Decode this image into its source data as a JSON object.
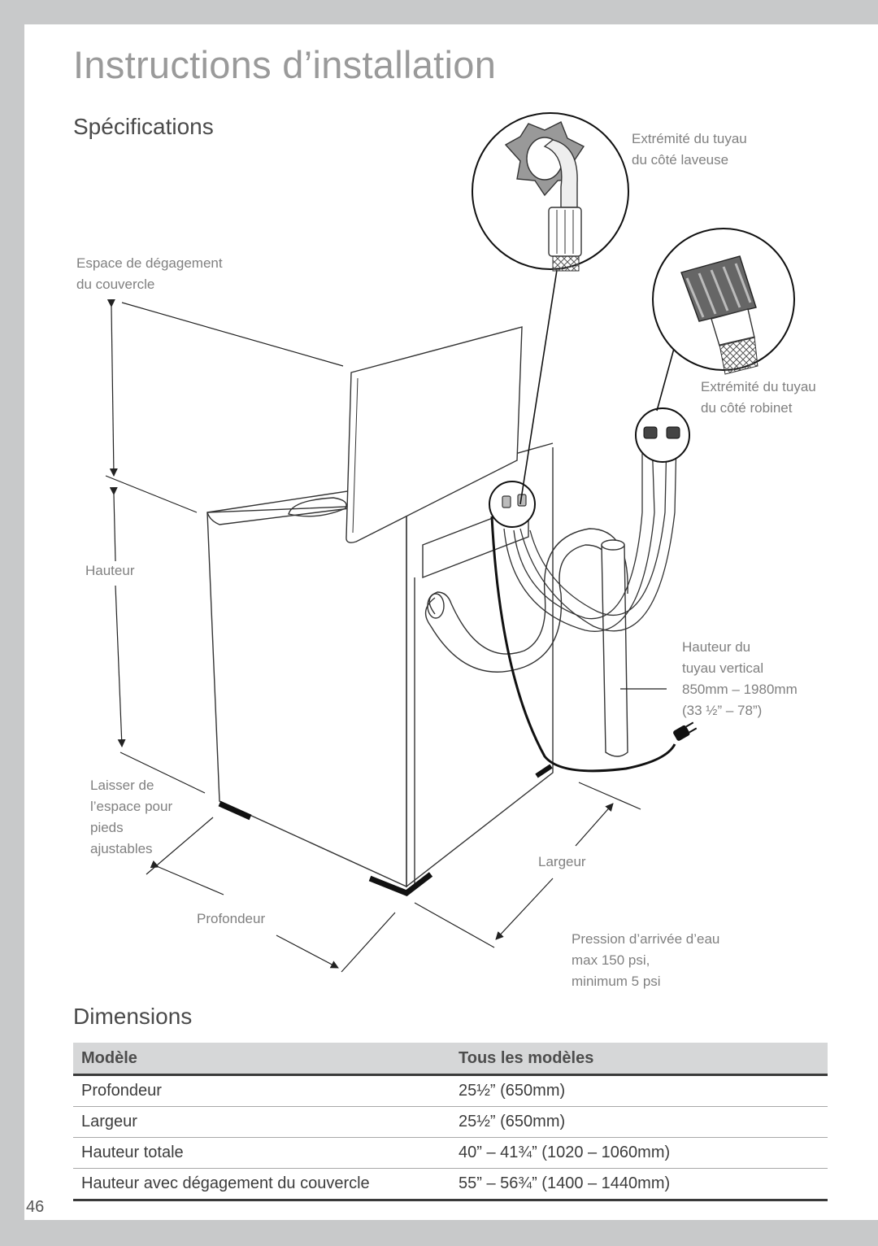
{
  "header": {
    "title": "Instructions d’installation"
  },
  "specifications": {
    "heading": "Spécifications",
    "labels": {
      "washer_end_1": "Extrémité du tuyau",
      "washer_end_2": "du côté laveuse",
      "tap_end_1": "Extrémité du tuyau",
      "tap_end_2": "du côté robinet",
      "lid_clear_1": "Espace de dégagement",
      "lid_clear_2": "du couvercle",
      "height": "Hauteur",
      "feet_1": "Laisser de",
      "feet_2": "l’espace pour",
      "feet_3": "pieds",
      "feet_4": "ajustables",
      "depth": "Profondeur",
      "width": "Largeur",
      "standpipe_1": "Hauteur du",
      "standpipe_2": "tuyau vertical",
      "standpipe_3": "850mm – 1980mm",
      "standpipe_4": "(33 ½” – 78”)",
      "pressure_1": "Pression d’arrivée d’eau",
      "pressure_2": "max 150 psi,",
      "pressure_3": "minimum 5 psi"
    }
  },
  "dimensions": {
    "heading": "Dimensions",
    "header": {
      "col1": "Modèle",
      "col2": "Tous les modèles"
    },
    "rows": [
      {
        "label": "Profondeur",
        "value": "25½” (650mm)"
      },
      {
        "label": "Largeur",
        "value": "25½” (650mm)"
      },
      {
        "label": "Hauteur totale",
        "value": "40” – 41¾” (1020 – 1060mm)"
      },
      {
        "label": "Hauteur avec dégagement du couvercle",
        "value": "55” – 56¾” (1400 – 1440mm)"
      }
    ]
  },
  "footer": {
    "page_number": "46"
  }
}
